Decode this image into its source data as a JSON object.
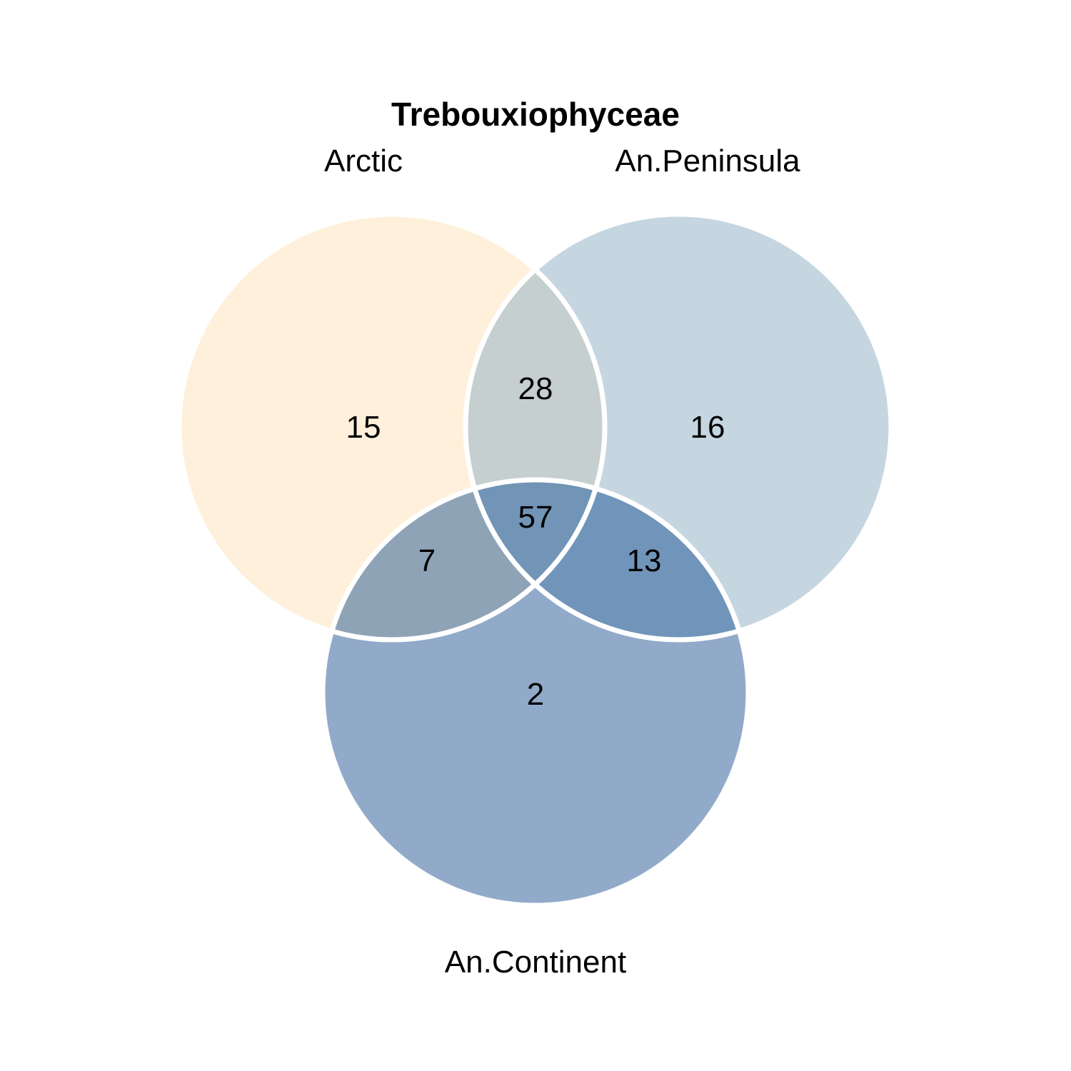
{
  "title": "Trebouxiophyceae",
  "sets": [
    {
      "id": "A",
      "name": "Arctic",
      "color": "#FEF0DA"
    },
    {
      "id": "B",
      "name": "An.Peninsula",
      "color": "#C5D6E1"
    },
    {
      "id": "C",
      "name": "An.Continent",
      "color": "#91AACA"
    }
  ],
  "regions": [
    {
      "id": "A_only",
      "value": "15",
      "color": "#FEF0DA"
    },
    {
      "id": "B_only",
      "value": "16",
      "color": "#C5D6E1"
    },
    {
      "id": "C_only",
      "value": "2",
      "color": "#91AACA"
    },
    {
      "id": "AB",
      "value": "28",
      "color": "#C5CFCF"
    },
    {
      "id": "AC",
      "value": "7",
      "color": "#8FA3B7"
    },
    {
      "id": "BC",
      "value": "13",
      "color": "#7195BA"
    },
    {
      "id": "ABC",
      "value": "57",
      "color": "#7194B7"
    }
  ],
  "outline_color": "#FFFFFF"
}
